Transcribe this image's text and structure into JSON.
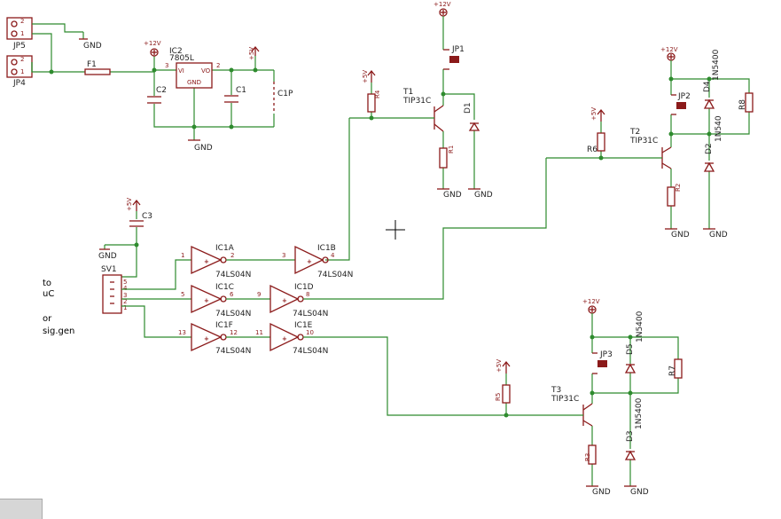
{
  "labels": {
    "jp5": "JP5",
    "jp4": "JP4",
    "jp1": "JP1",
    "jp2": "JP2",
    "jp3": "JP3",
    "f1": "F1",
    "ic2": "IC2",
    "ic2_part": "7805L",
    "ic2_vi": "VI",
    "ic2_vo": "VO",
    "ic2_gnd": "GND",
    "c1": "C1",
    "c2": "C2",
    "c3": "C3",
    "c1p": "C1P",
    "vcc_12": "+12V",
    "vcc_5": "+5V",
    "gnd": "GND",
    "t1": "T1",
    "t2": "T2",
    "t3": "T3",
    "tip": "TIP31C",
    "r1": "R1",
    "r2": "R2",
    "r3": "R3",
    "r4": "R4",
    "r5": "R5",
    "r6": "R6",
    "r7": "R7",
    "r8": "R8",
    "d1": "D1",
    "d2": "D2",
    "d3": "D3",
    "d4": "D4",
    "d5": "D5",
    "diode_part": "1N5400",
    "diode_part_alt": "1N540",
    "sv1": "SV1",
    "ic1a": "IC1A",
    "ic1b": "IC1B",
    "ic1c": "IC1C",
    "ic1d": "IC1D",
    "ic1e": "IC1E",
    "ic1f": "IC1F",
    "inv_part": "74LS04N",
    "pin1": "1",
    "pin2": "2",
    "pin3": "3",
    "pin4": "4",
    "pin5": "5",
    "pin6": "6",
    "pin8": "8",
    "pin9": "9",
    "pin10": "10",
    "pin11": "11",
    "pin12": "12",
    "pin13": "13",
    "note_to": "to",
    "note_uc": "uC",
    "note_or": "or",
    "note_sig": "sig.gen"
  },
  "colors": {
    "wire": "#2e8b2e",
    "part": "#8b1a1a"
  }
}
